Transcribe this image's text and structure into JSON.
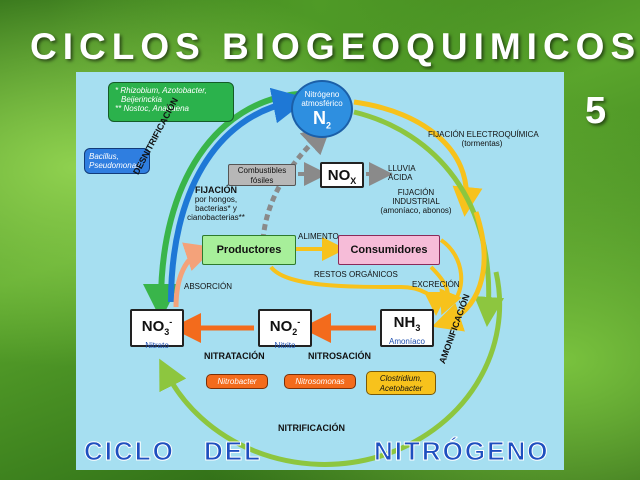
{
  "slide": {
    "title": "CICLOS BIOGEOQUIMICOS",
    "number": "5"
  },
  "diagram": {
    "n2": {
      "label": "Nitrógeno atmosférico",
      "formula": "N",
      "sub": "2"
    },
    "bottom_title": {
      "part1": "CICLO",
      "part2": "DEL",
      "part3": "NITRÓGENO"
    },
    "green_note": {
      "line1": "* Rhizobium, Azotobacter,",
      "line2": "Beijerinckia",
      "line3": "** Nostoc, Anabaena"
    },
    "blue_note": {
      "line1": "Bacillus,",
      "line2": "Pseudomonas"
    },
    "combustibles": {
      "line1": "Combustibles",
      "line2": "fósiles"
    },
    "nox": {
      "formula": "NO",
      "sub": "X"
    },
    "lluvia": {
      "line1": "LLUVIA",
      "line2": "ÁCIDA"
    },
    "fij_electro": {
      "line1": "FIJACIÓN ELECTROQUÍMICA",
      "line2": "(tormentas)"
    },
    "fij_industrial": {
      "line1": "FIJACIÓN",
      "line2": "INDUSTRIAL",
      "line3": "(amoníaco, abonos)"
    },
    "fijacion_bio": {
      "title": "FIJACIÓN",
      "line1": "por hongos,",
      "line2": "bacterias* y",
      "line3": "cianobacterias**"
    },
    "desnitrificacion": "DESNITRIFICACIÓN",
    "productores": "Productores",
    "consumidores": "Consumidores",
    "alimento": "ALIMENTO",
    "restos": "RESTOS ORGÁNICOS",
    "excrecion": "EXCRECIÓN",
    "absorcion": "ABSORCIÓN",
    "amonificacion": "AMONIFICACIÓN",
    "no3": {
      "formula": "NO",
      "sub": "3",
      "sup": "-",
      "name": "Nitrato"
    },
    "no2": {
      "formula": "NO",
      "sub": "2",
      "sup": "-",
      "name": "Nitrito"
    },
    "nh3": {
      "formula": "NH",
      "sub": "3",
      "name": "Amoníaco"
    },
    "nitratacion": "NITRATACIÓN",
    "nitrosacion": "NITROSACIÓN",
    "nitrificacion": "NITRIFICACIÓN",
    "nitrobacter": "Nitrobacter",
    "nitrosomonas": "Nitrosomonas",
    "clostridium": {
      "line1": "Clostridium,",
      "line2": "Acetobacter"
    }
  }
}
